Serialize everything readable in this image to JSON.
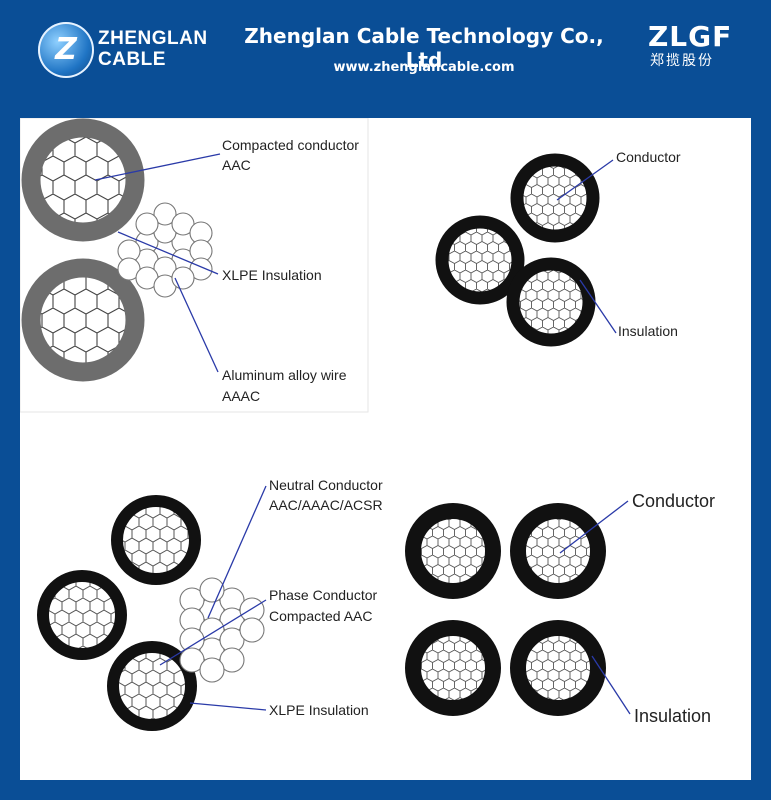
{
  "header": {
    "logo_mark": "Z",
    "logo_line1": "ZHENGLAN",
    "logo_line2": "CABLE",
    "company": "Zhenglan Cable Technology Co., Ltd",
    "website": "www.zhenglancable.com",
    "brand": "ZLGF",
    "brand_cn": "郑揽股份"
  },
  "colors": {
    "header_bg": "#0a4e96",
    "panel_bg": "#ffffff",
    "leader": "#2a3aa8"
  },
  "diagrams": {
    "d1": {
      "label1_line1": "Compacted conductor",
      "label1_line2": "AAC",
      "label2": "XLPE Insulation",
      "label3_line1": "Aluminum alloy wire",
      "label3_line2": "AAAC"
    },
    "d2": {
      "label1": "Conductor",
      "label2": "Insulation"
    },
    "d3": {
      "label1_line1": "Neutral Conductor",
      "label1_line2": "AAC/AAAC/ACSR",
      "label2_line1": "Phase Conductor",
      "label2_line2": "Compacted AAC",
      "label3": "XLPE Insulation"
    },
    "d4": {
      "label1": "Conductor",
      "label2": "Insulation"
    }
  }
}
